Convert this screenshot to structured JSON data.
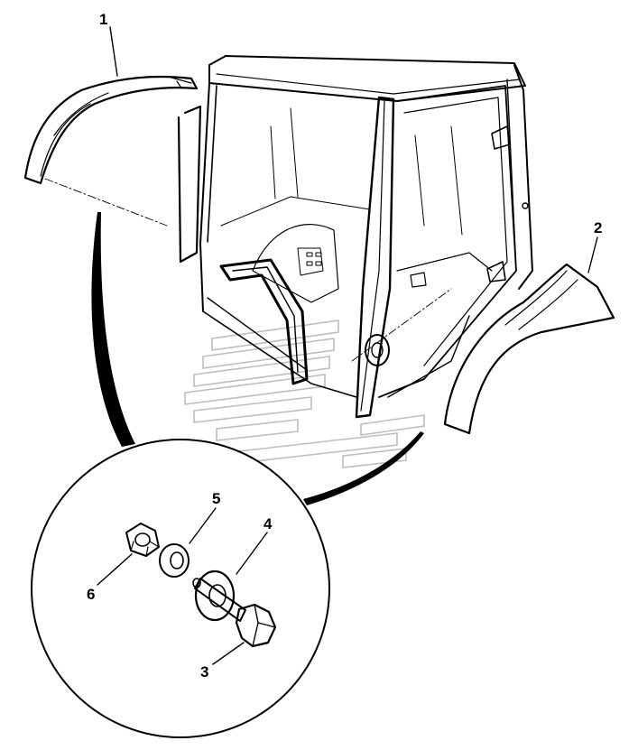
{
  "callouts": {
    "c1": "1",
    "c2": "2",
    "c3": "3",
    "c4": "4",
    "c5": "5",
    "c6": "6"
  },
  "colors": {
    "line": "#000000",
    "watermark": "#bdbdbd",
    "background": "#ffffff"
  }
}
